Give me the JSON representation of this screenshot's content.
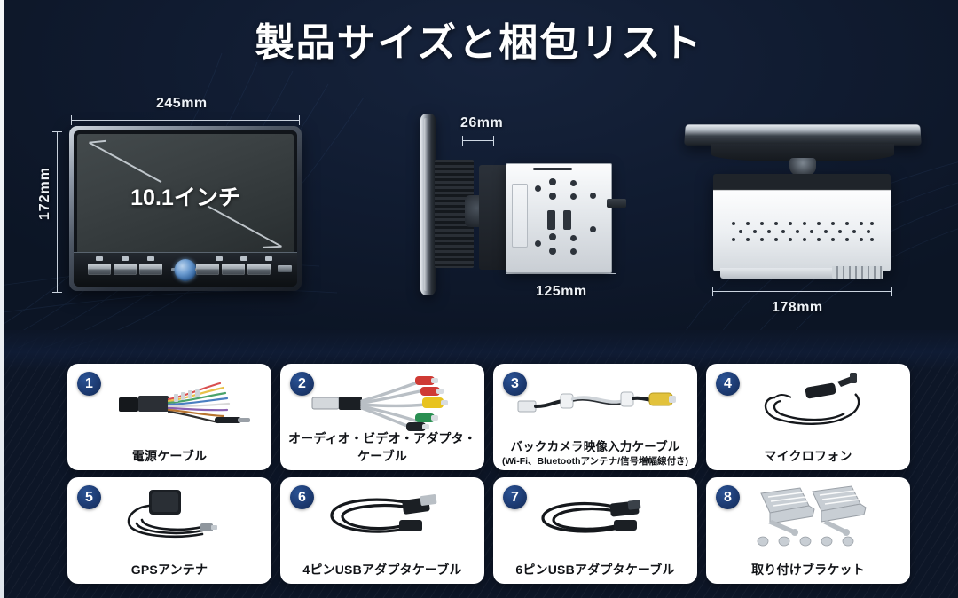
{
  "page": {
    "title": "製品サイズと梱包リスト",
    "background_top_color": "#101b30",
    "background_bottom_color": "#1d3261",
    "card_background": "#ffffff",
    "badge_color": "#1d3b72",
    "dimension_text_color": "#eef2f7"
  },
  "views": {
    "front": {
      "name": "front-view",
      "width_label": "245mm",
      "height_label": "172mm",
      "screen_label": "10.1インチ"
    },
    "side": {
      "name": "side-view",
      "thickness_label": "26mm",
      "depth_label": "125mm"
    },
    "top": {
      "name": "top-view",
      "width_label": "178mm"
    }
  },
  "accessories": [
    {
      "number": "1",
      "label": "電源ケーブル",
      "sublabel": "",
      "art": "power-harness-cable"
    },
    {
      "number": "2",
      "label": "オーディオ・ビデオ・アダプタ・ケーブル",
      "sublabel": "",
      "art": "av-adapter-cable"
    },
    {
      "number": "3",
      "label": "バックカメラ映像入力ケーブル",
      "sublabel": "(Wi-Fi、Bluetoothアンテナ/信号増幅線付き)",
      "art": "backup-camera-cable"
    },
    {
      "number": "4",
      "label": "マイクロフォン",
      "sublabel": "",
      "art": "microphone"
    },
    {
      "number": "5",
      "label": "GPSアンテナ",
      "sublabel": "",
      "art": "gps-antenna"
    },
    {
      "number": "6",
      "label": "4ピンUSBアダプタケーブル",
      "sublabel": "",
      "art": "usb-cable-4pin"
    },
    {
      "number": "7",
      "label": "6ピンUSBアダプタケーブル",
      "sublabel": "",
      "art": "usb-cable-6pin"
    },
    {
      "number": "8",
      "label": "取り付けブラケット",
      "sublabel": "",
      "art": "mounting-bracket"
    }
  ]
}
